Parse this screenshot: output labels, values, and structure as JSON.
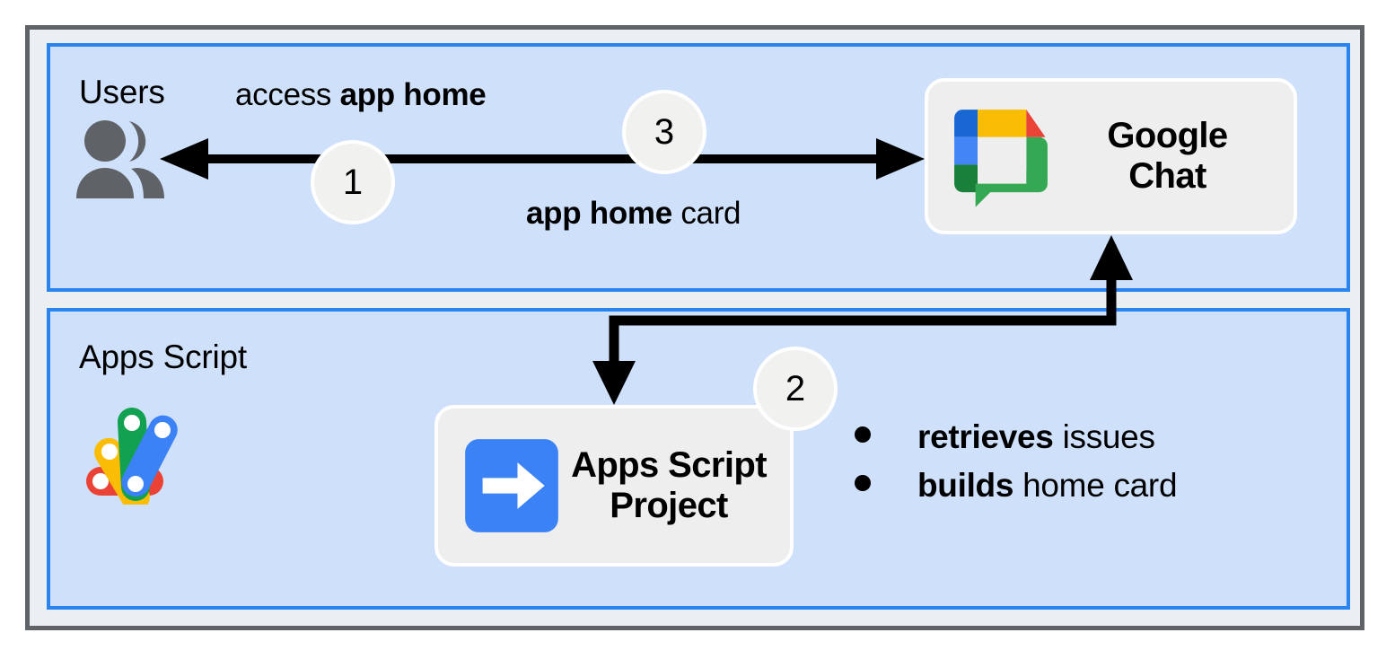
{
  "diagram": {
    "title": "Google Chat app home flow with Apps Script",
    "colors": {
      "outer_frame_border": "#5f6368",
      "outer_frame_fill": "#eceff1",
      "panel_border": "#2a84f0",
      "panel_fill": "#cfe0fb",
      "card_fill": "#eeeeee",
      "badge_fill": "#f1f1f0",
      "arrow": "#000000",
      "users_icon": "#5f6368",
      "google_blue": "#4285f4",
      "google_red": "#ea4335",
      "google_yellow": "#fbbc04",
      "google_green": "#34a853"
    }
  },
  "panels": [
    {
      "id": "users",
      "label": "Users"
    },
    {
      "id": "apps-script",
      "label": "Apps Script"
    }
  ],
  "nodes": {
    "google_chat": {
      "title": "Google\nChat",
      "icon": "google-chat-logo"
    },
    "apps_script_project": {
      "title": "Apps Script\nProject",
      "icon": "apps-script-project-icon"
    }
  },
  "edges": {
    "access_label_plain": "access ",
    "access_label_bold": "app home",
    "card_label_bold": "app home",
    "card_label_plain": " card"
  },
  "steps": [
    {
      "id": "step-1",
      "number": "1"
    },
    {
      "id": "step-2",
      "number": "2"
    },
    {
      "id": "step-3",
      "number": "3"
    }
  ],
  "actions": [
    {
      "bold": "retrieves",
      "plain": " issues"
    },
    {
      "bold": "builds",
      "plain": " home card"
    }
  ]
}
